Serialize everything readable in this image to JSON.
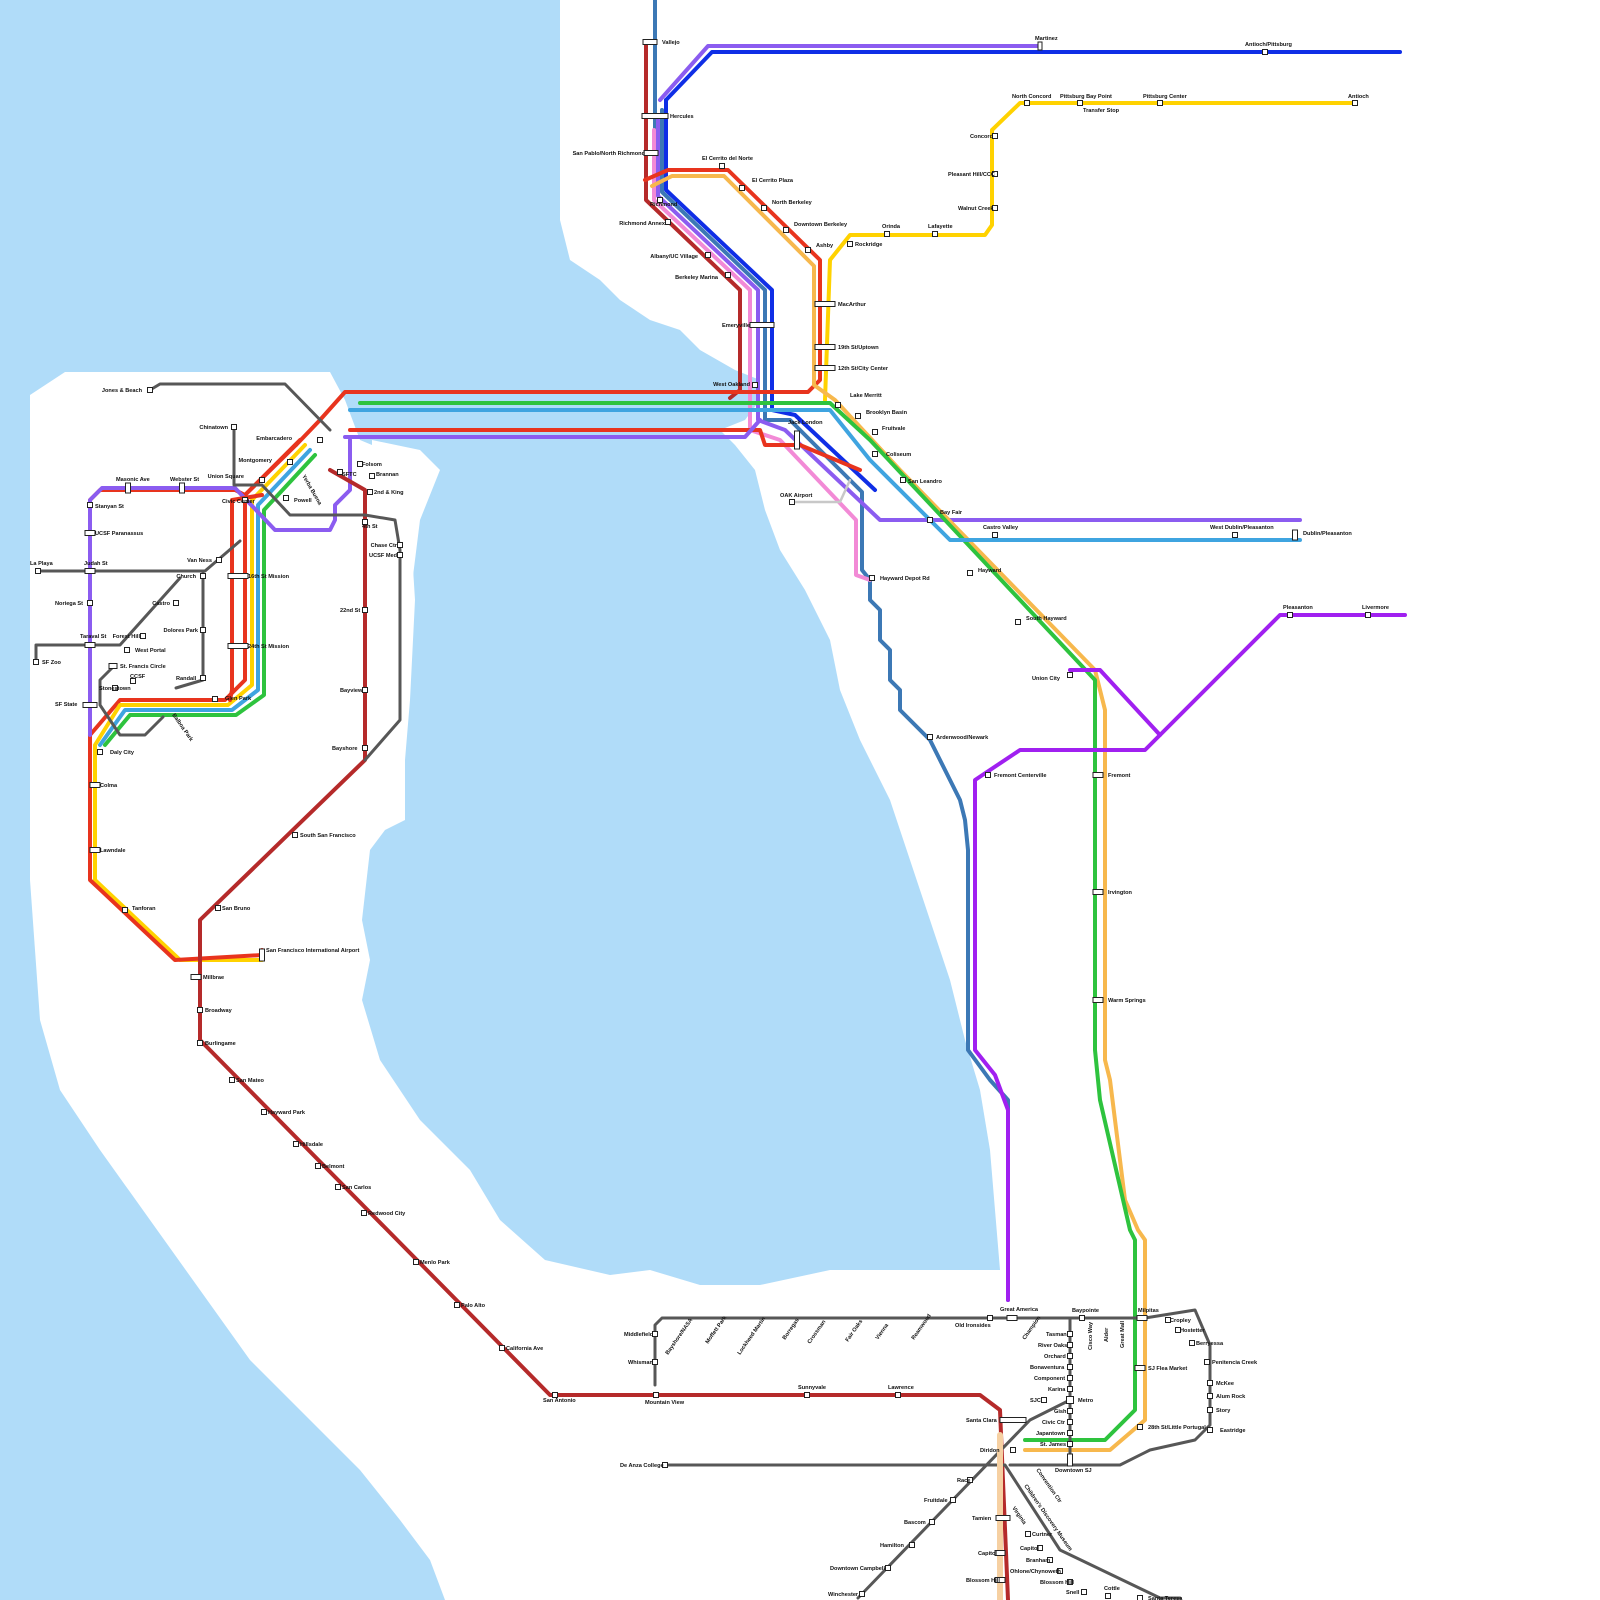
{
  "map": {
    "colors": {
      "water": "#b0dcf9",
      "land": "#ffffff",
      "red": "#e8341e",
      "yellow": "#ffd200",
      "orange": "#f7b84d",
      "green": "#2ec33e",
      "blue": "#0f2ee6",
      "purple": "#8b5cf0",
      "pink": "#f28ad6",
      "skyblue": "#3fa4e0",
      "steel": "#3c78b5",
      "darkred": "#b52a2a",
      "gray": "#575757",
      "violet": "#a020f0",
      "gold": "#ffd21a",
      "lightgray": "#c8c8c8",
      "peach": "#f6d0a2"
    },
    "stations": {
      "vallejo": "Vallejo",
      "martinez": "Martinez",
      "antioch_pittsburg": "Antioch/Pittsburg",
      "hercules": "Hercules",
      "north_concord": "North Concord",
      "pittsburg_bay_point": "Pittsburg Bay Point",
      "pittsburg_center": "Pittsburg Center",
      "antioch": "Antioch",
      "transfer_stop": "Transfer Stop",
      "concord": "Concord",
      "pleasant_hill": "Pleasant Hill/CCC",
      "walnut_creek": "Walnut Creek",
      "orinda": "Orinda",
      "lafayette": "Lafayette",
      "rockridge": "Rockridge",
      "san_pablo": "San Pablo/North Richmond",
      "el_cerrito_del_norte": "El Cerrito del Norte",
      "el_cerrito_plaza": "El Cerrito Plaza",
      "north_berkeley": "North Berkeley",
      "downtown_berkeley": "Downtown Berkeley",
      "ashby": "Ashby",
      "richmond": "Richmond",
      "richmond_annex": "Richmond Annex",
      "albany": "Albany/UC Village",
      "berkeley_marina": "Berkeley Marina",
      "emeryville": "Emeryville",
      "macarthur": "MacArthur",
      "nineteenth": "19th St/Uptown",
      "twelfth": "12th St/City Center",
      "west_oakland": "West Oakland",
      "lake_merritt": "Lake Merritt",
      "brooklyn_basin": "Brooklyn Basin",
      "fruitvale": "Fruitvale",
      "jack_london": "Jack London",
      "coliseum": "Coliseum",
      "san_leandro": "San Leandro",
      "oak_airport": "OAK Airport",
      "bay_fair": "Bay Fair",
      "castro_valley": "Castro Valley",
      "west_dublin": "West Dublin/Pleasanton",
      "dublin": "Dublin/Pleasanton",
      "hayward": "Hayward",
      "hayward_depot": "Hayward Depot Rd",
      "south_hayward": "South Hayward",
      "union_city": "Union City",
      "pleasanton": "Pleasanton",
      "livermore": "Livermore",
      "ardenwood": "Ardenwood/Newark",
      "fremont_centerville": "Fremont Centerville",
      "fremont": "Fremont",
      "irvington": "Irvington",
      "warm_springs": "Warm Springs",
      "jones_beach": "Jones & Beach",
      "chinatown": "Chinatown",
      "embarcadero": "Embarcadero",
      "montgomery": "Montgomery",
      "union_square": "Union Square",
      "sftc": "SFTC",
      "folsom": "Folsom",
      "brannan": "Brannan",
      "second_king": "2nd & King",
      "yerba_buena": "Yerba Buena",
      "powell": "Powell",
      "civic_center": "Civic Center",
      "masonic": "Masonic Ave",
      "webster": "Webster St",
      "stanyan": "Stanyan St",
      "ucsf_parnassus": "UCSF Paranassus",
      "la_playa": "La Playa",
      "judah": "Judah St",
      "van_ness": "Van Ness",
      "church": "Church",
      "sixteenth": "16th St Mission",
      "fourth": "4th St",
      "chase_ctr": "Chase Ctr",
      "ucsf_med": "UCSF Med",
      "noriega": "Noriega St",
      "castro": "Castro",
      "dolores_park": "Dolores Park",
      "forest_hill": "Forest Hill",
      "taraval": "Taraval St",
      "west_portal": "West Portal",
      "sf_zoo": "SF Zoo",
      "st_francis": "St. Francis Circle",
      "twentyfourth": "24th St Mission",
      "twentysecond": "22nd St",
      "ccsf": "CCSF",
      "randall": "Randall",
      "stonestown": "Stonestown",
      "sf_state": "SF State",
      "balboa_park": "Balboa Park",
      "glen_park": "Glen Park",
      "bayview": "Bayview",
      "daly_city": "Daly City",
      "bayshore": "Bayshore",
      "colma": "Colma",
      "south_sf": "South San Francisco",
      "lawndale": "Lawndale",
      "san_bruno": "San Bruno",
      "tanforan": "Tanforan",
      "sfo": "San Francisco International Airport",
      "millbrae": "Millbrae",
      "broadway": "Broadway",
      "burlingame": "Burlingame",
      "san_mateo": "San Mateo",
      "hayward_park": "Hayward Park",
      "hillsdale": "Hillsdale",
      "belmont": "Belmont",
      "san_carlos": "San Carlos",
      "redwood_city": "Redwood City",
      "menlo_park": "Menlo Park",
      "palo_alto": "Palo Alto",
      "california_ave": "California Ave",
      "san_antonio": "San Antonio",
      "mountain_view": "Mountain View",
      "sunnyvale": "Sunnyvale",
      "lawrence": "Lawrence",
      "santa_clara": "Santa Clara",
      "diridon": "Diridon",
      "middlefield": "Middlefield",
      "whisman": "Whisman",
      "bayshore_nasa": "Bayshore/NASA",
      "moffett_park": "Moffett Park",
      "lockheed_martin": "Lockheed Martin",
      "borregas": "Borregas",
      "crossman": "Crossman",
      "fair_oaks": "Fair Oaks",
      "vienna": "Vienna",
      "reamwood": "Reamwood",
      "old_ironsides": "Old Ironsides",
      "great_america": "Great America",
      "champion": "Champion",
      "baypointe": "Baypointe",
      "cisco_way": "Cisco Way",
      "alder": "Alder",
      "great_mall": "Great Mall",
      "milpitas": "Milpitas",
      "cropley": "Cropley",
      "hostetter": "Hostetter",
      "berryessa": "Berryessa",
      "penitencia": "Penitencia Creek",
      "mckee": "McKee",
      "alum_rock": "Alum Rock",
      "story": "Story",
      "eastridge": "Eastridge",
      "tasman": "Tasman",
      "river_oaks": "River Oaks",
      "orchard": "Orchard",
      "bonaventura": "Bonaventura",
      "component": "Component",
      "karina": "Karina",
      "sjc": "SJC",
      "metro": "Metro",
      "gish": "Gish",
      "civic_ctr": "Civic Ctr",
      "japantown": "Japantown",
      "st_james": "St. James",
      "downtown_sj": "Downtown SJ",
      "sj_flea": "SJ Flea Market",
      "twentyeighth": "28th St/Little Portugal",
      "de_anza": "De Anza College",
      "convention_ctr": "Convention Ctr",
      "childrens_museum": "Children's Discovery Museum",
      "race": "Race",
      "fruitdale": "Fruitdale",
      "bascom": "Bascom",
      "hamilton": "Hamilton",
      "downtown_campbell": "Downtown Campbell",
      "winchester": "Winchester",
      "tamien": "Tamien",
      "virginia": "Virginia",
      "curtner": "Curtner",
      "capitol_vta": "Capitol",
      "capitol": "Capitol",
      "branham": "Branham",
      "ohlone": "Ohlone/Chynoweth",
      "blossom_hill_vta": "Blossom Hill",
      "blossom_hill": "Blossom Hill",
      "snell": "Snell",
      "cottle": "Cottle",
      "santa_teresa": "Santa Teresa"
    }
  }
}
